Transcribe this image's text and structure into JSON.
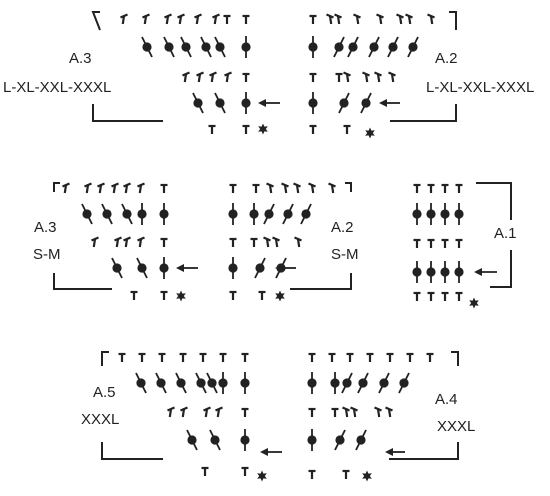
{
  "colors": {
    "ink": "#222222",
    "background": "#ffffff"
  },
  "symbols": {
    "t": "standing stitch symbol (T)",
    "dot": "stitch with dot and slanted stem",
    "arrow": "left-pointing arrow",
    "star": "six-pointed star marker"
  },
  "charts": {
    "a3_large": {
      "name": "A.3",
      "sizes": "L-XL-XXL-XXXL"
    },
    "a2_large": {
      "name": "A.2",
      "sizes": "L-XL-XXL-XXXL"
    },
    "a3_small": {
      "name": "A.3",
      "sizes": "S-M"
    },
    "a2_small": {
      "name": "A.2",
      "sizes": "S-M"
    },
    "a1": {
      "name": "A.1"
    },
    "a5": {
      "name": "A.5",
      "sizes": "XXXL"
    },
    "a4": {
      "name": "A.4",
      "sizes": "XXXL"
    }
  }
}
